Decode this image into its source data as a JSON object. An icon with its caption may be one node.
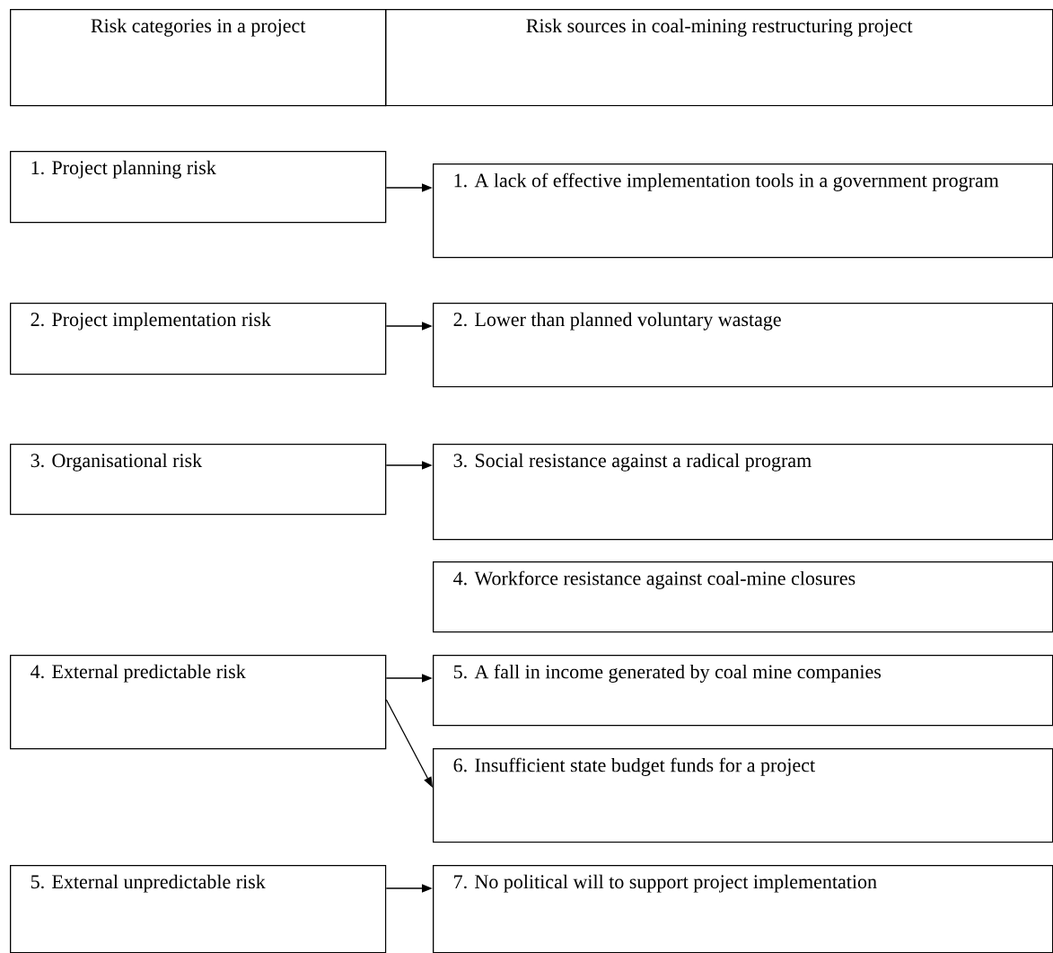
{
  "diagram": {
    "nodes": [
      {
        "text": [
          "Risk categories in a project"
        ]
      },
      {
        "text": [
          "Risk sources in coal-mining restructuring project"
        ]
      },
      {
        "text": [
          "1. Project planning risk"
        ]
      },
      {
        "text": [
          "1. A lack of effective implementation tools in a government program"
        ]
      },
      {
        "text": [
          "2. Project implementation risk"
        ]
      },
      {
        "text": [
          "2. Lower than planned voluntary wastage"
        ]
      },
      {
        "text": [
          "3. Organisational risk"
        ]
      },
      {
        "text": [
          "3. Social resistance against a radical program"
        ]
      },
      {
        "text": [
          "4. Workforce resistance against coal-mine closures"
        ]
      },
      {
        "text": [
          "4. External predictable risk"
        ]
      },
      {
        "text": [
          "5. A fall in income generated by coal mine companies"
        ]
      },
      {
        "text": [
          "6. Insufficient state budget funds for a project"
        ]
      },
      {
        "text": [
          "5. External unpredictable risk"
        ]
      },
      {
        "text": [
          "7. No political will to support project implementation"
        ]
      }
    ],
    "edges": [
      {
        "from": 2,
        "to": 3,
        "arrow": "to"
      },
      {
        "from": 4,
        "to": 5,
        "arrow": "to"
      },
      {
        "from": 6,
        "to": 7,
        "arrow": "to"
      },
      {
        "from": 9,
        "to": 10,
        "arrow": "to"
      },
      {
        "from": 9,
        "to": 11,
        "arrow": "to"
      },
      {
        "from": 12,
        "to": 13,
        "arrow": "to"
      }
    ]
  }
}
